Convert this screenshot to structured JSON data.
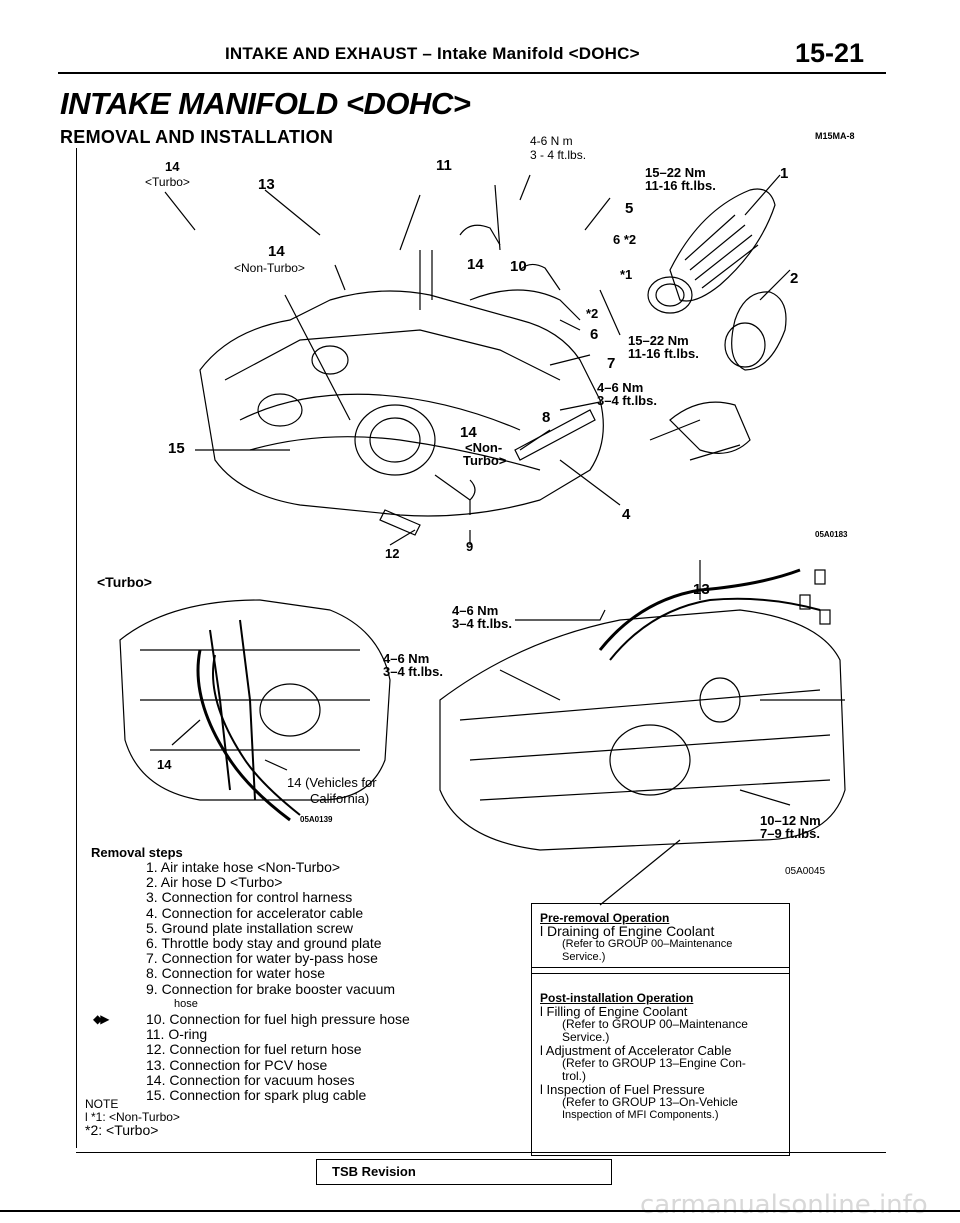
{
  "header": {
    "title": "INTAKE AND EXHAUST – Intake Manifold <DOHC>",
    "page_number": "15-21"
  },
  "section": {
    "title": "INTAKE MANIFOLD <DOHC>",
    "subtitle": "REMOVAL AND INSTALLATION",
    "doc_code": "M15MA-8"
  },
  "figure1": {
    "code": "05A0183",
    "labels": {
      "l14_turbo_num": "14",
      "l14_turbo_txt": "<Turbo>",
      "l13": "13",
      "l11": "11",
      "torque_top_nm": "4-6 N m",
      "torque_top_ft": "3 - 4 ft.lbs.",
      "torque_15_22_nm": "15–22 Nm",
      "torque_15_22_ft": "11-16 ft.lbs.",
      "l1": "1",
      "l5": "5",
      "l6s2": "6 *2",
      "l14_nt_num": "14",
      "l14_nt_txt": "<Non-Turbo>",
      "l14_mid": "14",
      "l10": "10",
      "ls1": "*1",
      "l2": "2",
      "ls2": "*2",
      "l6": "6",
      "torque_b_nm": "15–22 Nm",
      "torque_b_ft": "11-16 ft.lbs.",
      "l7": "7",
      "torque_c_nm": "4–6 Nm",
      "torque_c_ft": "3–4 ft.lbs.",
      "l8": "8",
      "l14_lower": "14",
      "l14_lower_txt1": "<Non-",
      "l14_lower_txt2": "Turbo>",
      "l15": "15",
      "l4": "4",
      "l12": "12",
      "l9": "9"
    }
  },
  "figure2": {
    "title": "<Turbo>",
    "code": "05A0139",
    "l14": "14",
    "l14_b": "14 (Vehicles for",
    "l14_b2": "California)"
  },
  "figure3": {
    "code": "05A0045",
    "t1_nm": "4–6 Nm",
    "t1_ft": "3–4 ft.lbs.",
    "t2_nm": "4–6 Nm",
    "t2_ft": "3–4 ft.lbs.",
    "l13": "13",
    "t3_nm": "10–12 Nm",
    "t3_ft": "7–9 ft.lbs."
  },
  "removal_steps": {
    "title": "Removal steps",
    "marker": "◆▶",
    "items": [
      "1. Air intake hose <Non-Turbo>",
      "2. Air hose D <Turbo>",
      "3. Connection for control harness",
      "4. Connection for accelerator cable",
      "5. Ground plate installation screw",
      "6. Throttle body stay and ground plate",
      "7. Connection for water by-pass hose",
      "8. Connection for water hose",
      "9. Connection for brake booster vacuum",
      "hose",
      "10. Connection for fuel high pressure hose",
      "11. O-ring",
      "12. Connection for fuel return hose",
      "13. Connection for PCV hose",
      "14. Connection for vacuum hoses",
      "15. Connection for spark plug cable"
    ]
  },
  "notes": {
    "title": "NOTE",
    "n1": "l *1: <Non-Turbo>",
    "n2": "*2: <Turbo>"
  },
  "pre_removal": {
    "title": "Pre-removal Operation",
    "line1": "l Draining of Engine Coolant",
    "line2": "(Refer to GROUP 00–Maintenance",
    "line3": "Service.)"
  },
  "post_installation": {
    "title": "Post-installation Operation",
    "a1": "l Filling of Engine Coolant",
    "a2": "(Refer to GROUP 00–Maintenance",
    "a3": "Service.)",
    "b1": "l Adjustment of Accelerator Cable",
    "b2": "(Refer to GROUP 13–Engine Con-",
    "b3": "trol.)",
    "c1": "l Inspection of Fuel Pressure",
    "c2": "(Refer to GROUP 13–On-Vehicle",
    "c3": "Inspection of MFI Components.)"
  },
  "footer": {
    "tsb": "TSB Revision",
    "watermark": "carmanualsonline.info"
  }
}
